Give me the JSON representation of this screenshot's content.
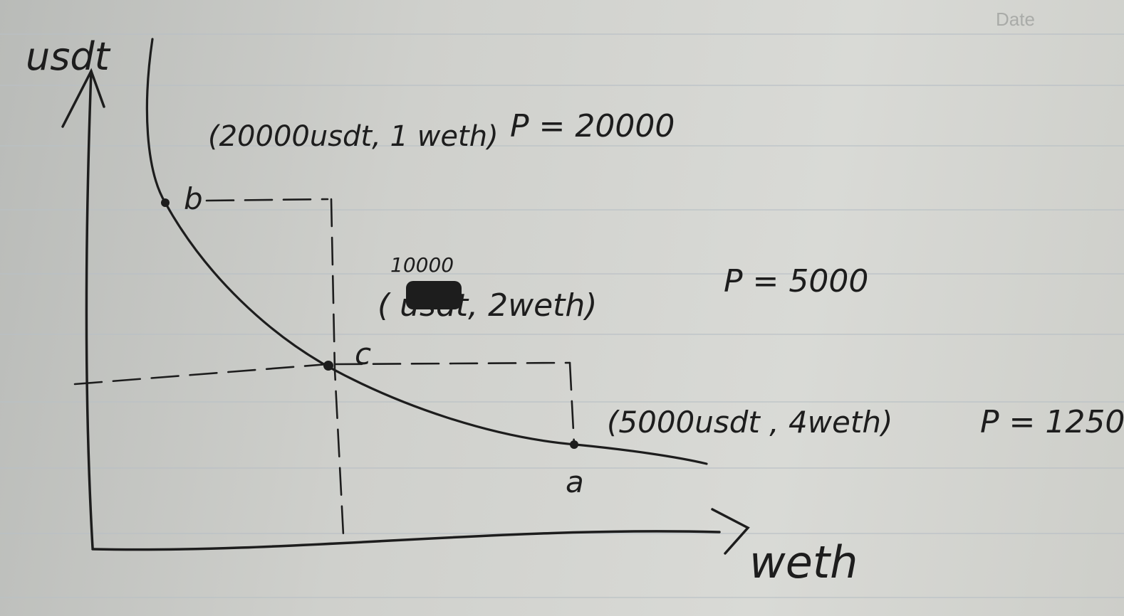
{
  "header": {
    "date_label": "Date"
  },
  "axes": {
    "y_label": "usdt",
    "x_label": "weth"
  },
  "points": [
    {
      "name": "b",
      "annotation": "(20000usdt, 1 weth)",
      "price": "P = 20000"
    },
    {
      "name": "c",
      "annotation_top": "10000",
      "annotation": "( usdt, 2weth)",
      "price": "P = 5000"
    },
    {
      "name": "a",
      "annotation": "(5000usdt , 4weth)",
      "price": "P = 1250"
    }
  ],
  "colors": {
    "ink": "#1d1d1d",
    "paper": "#d4d5d1",
    "rule": "#b9c0c6"
  }
}
